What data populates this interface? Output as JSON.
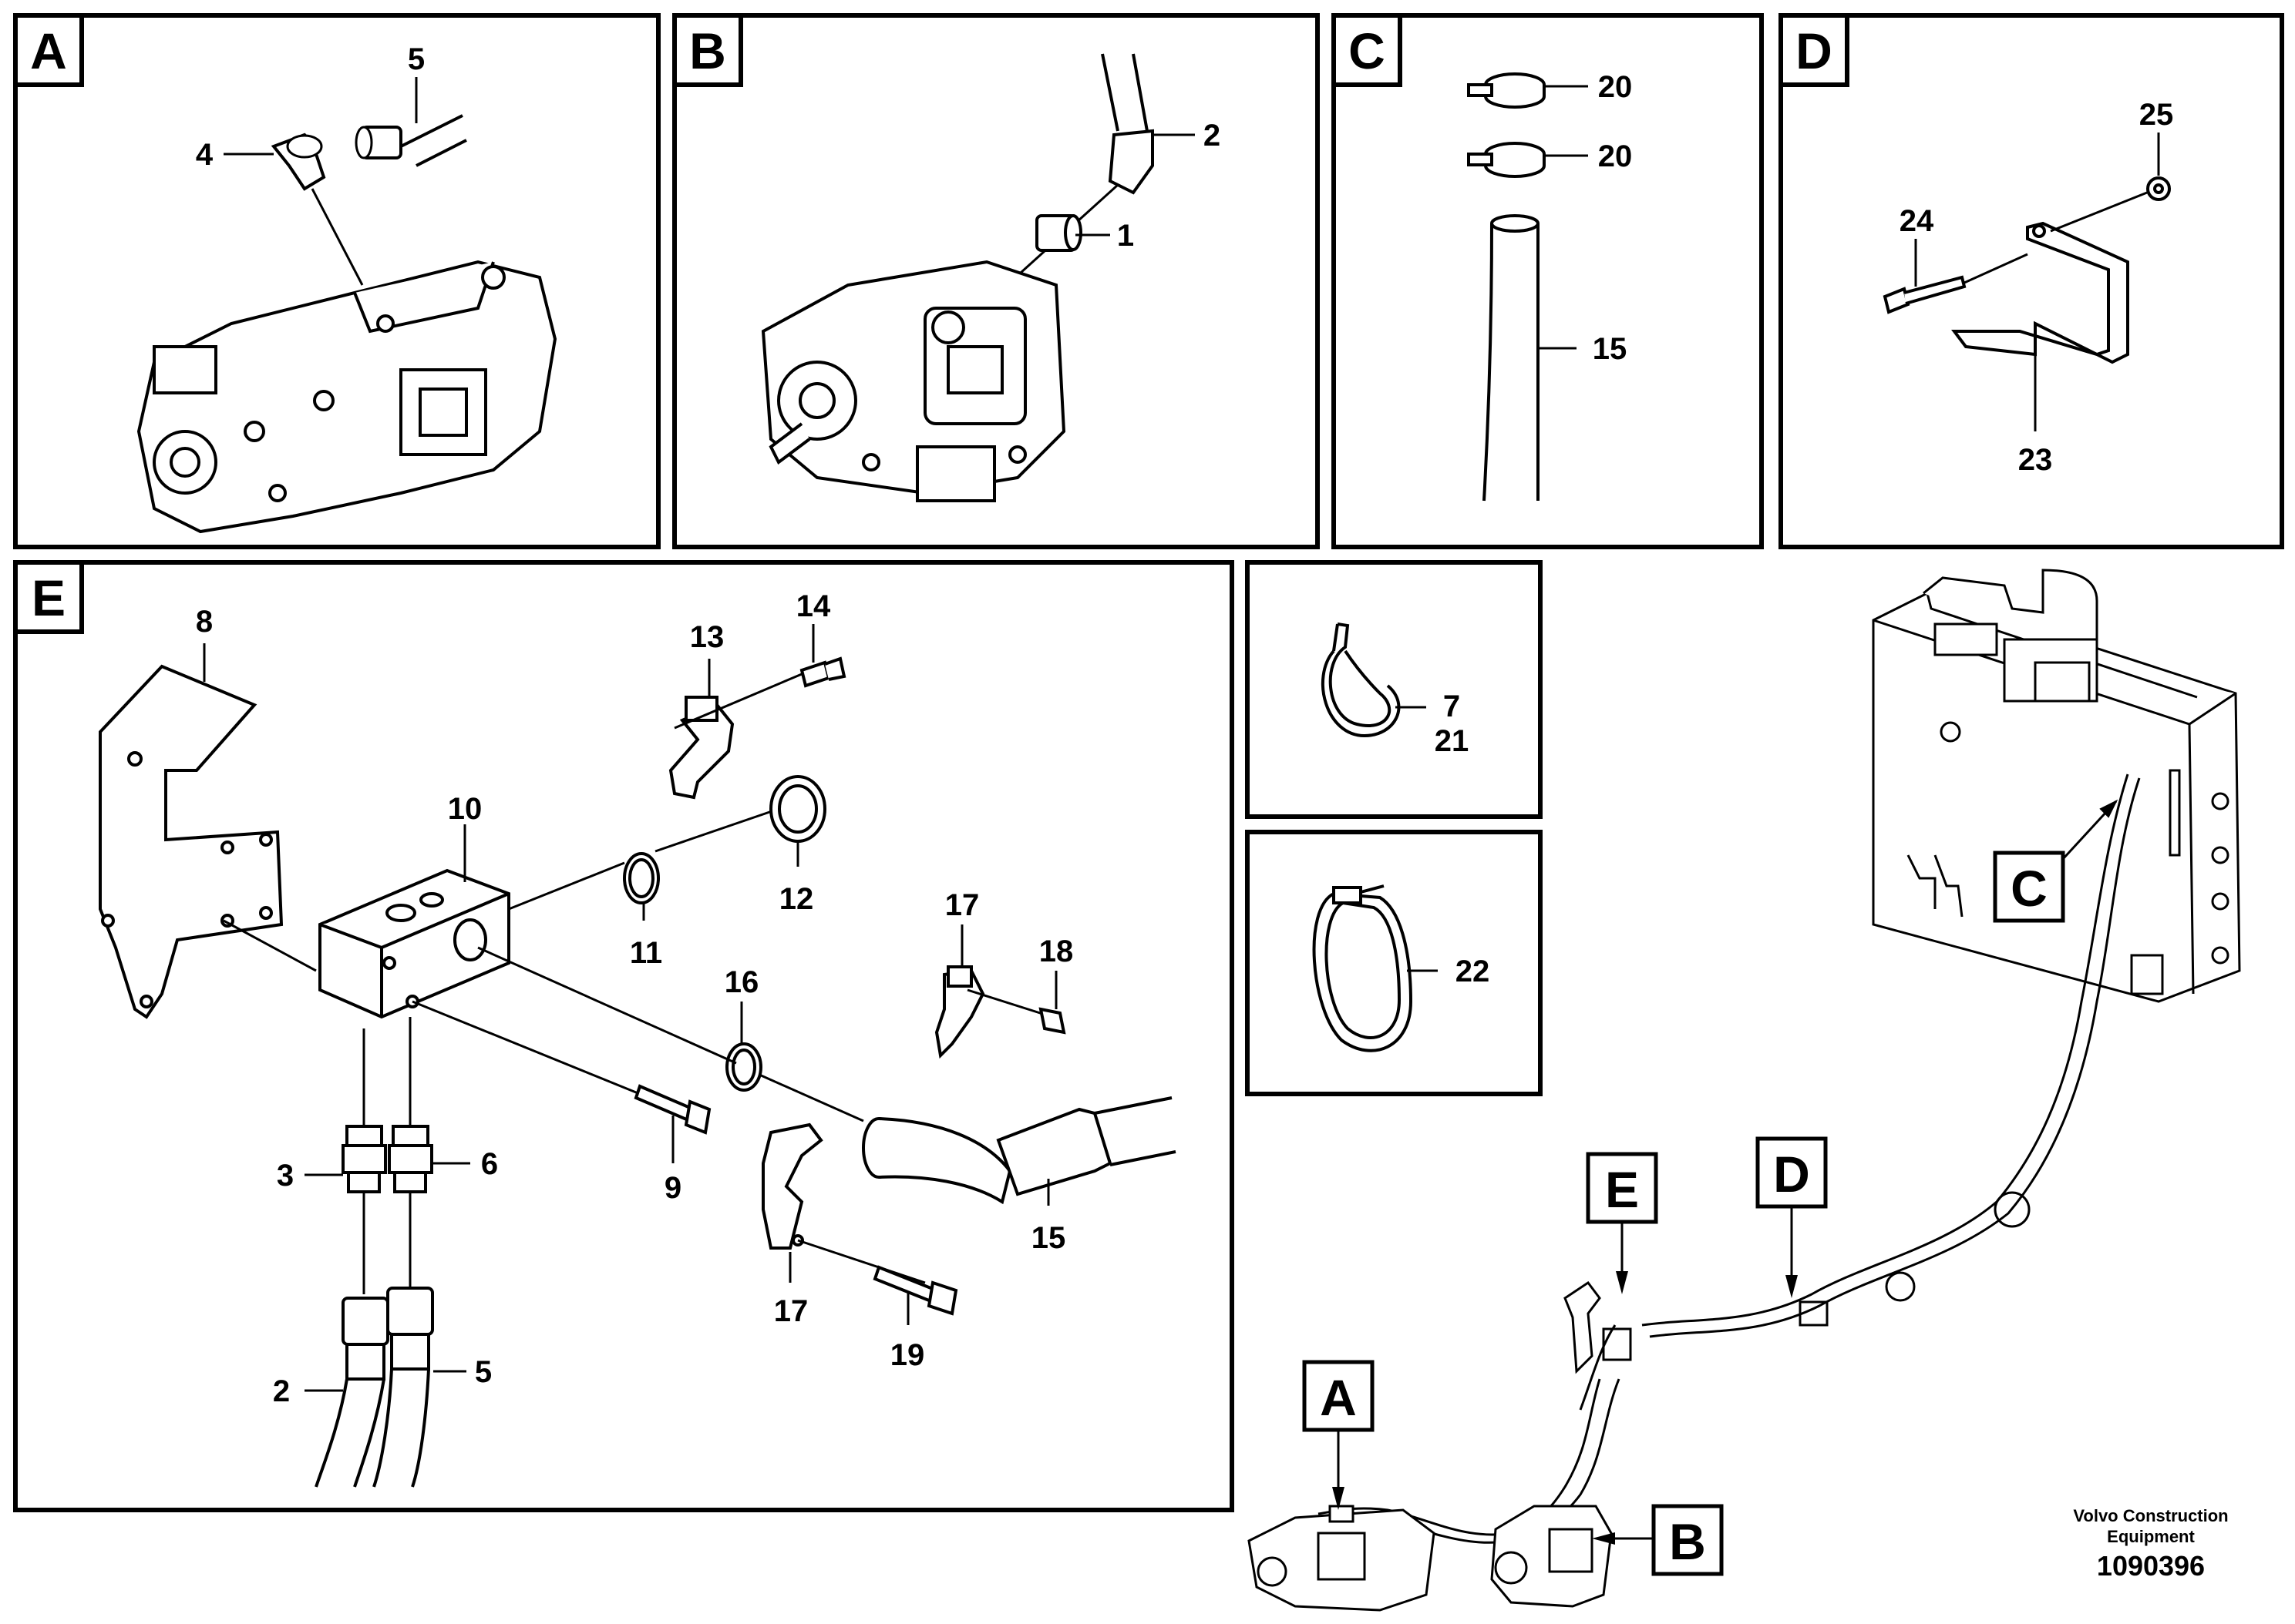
{
  "panels": {
    "A": "A",
    "B": "B",
    "C": "C",
    "D": "D",
    "E": "E"
  },
  "panel_A": {
    "labels": [
      "5",
      "4"
    ]
  },
  "panel_B": {
    "labels": [
      "2",
      "1"
    ]
  },
  "panel_C": {
    "labels": [
      "20",
      "20",
      "15"
    ]
  },
  "panel_D": {
    "labels": [
      "25",
      "24",
      "23"
    ]
  },
  "panel_E": {
    "labels": [
      "8",
      "14",
      "13",
      "10",
      "12",
      "11",
      "17",
      "18",
      "16",
      "3",
      "6",
      "9",
      "15",
      "17",
      "19",
      "2",
      "5"
    ]
  },
  "panel_tie": {
    "labels": [
      "7",
      "21"
    ]
  },
  "panel_clamp": {
    "labels": [
      "22"
    ]
  },
  "overview": {
    "callouts": [
      "C",
      "E",
      "D",
      "A",
      "B"
    ]
  },
  "footer": {
    "brand_line1": "Volvo Construction",
    "brand_line2": "Equipment",
    "doc_number": "1090396"
  }
}
